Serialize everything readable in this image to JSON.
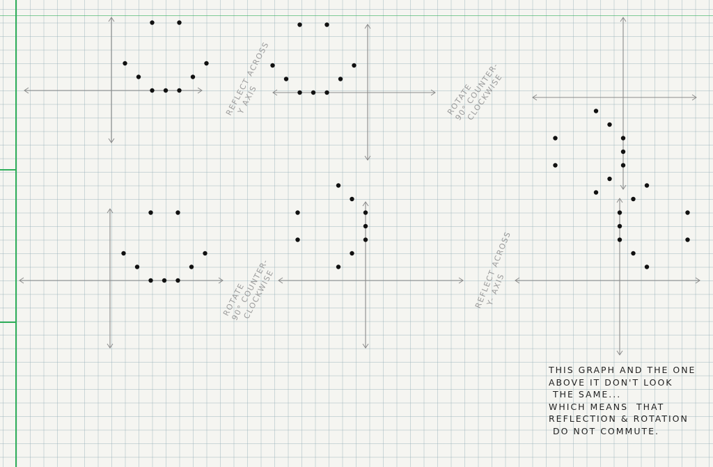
{
  "chart_data": [
    {
      "type": "scatter",
      "points": [
        [
          3,
          5
        ],
        [
          5,
          5
        ],
        [
          1,
          2
        ],
        [
          2,
          1
        ],
        [
          3,
          0
        ],
        [
          4,
          0
        ],
        [
          5,
          0
        ],
        [
          6,
          1
        ],
        [
          7,
          2
        ]
      ]
    },
    {
      "type": "scatter",
      "points": [
        [
          -3,
          5
        ],
        [
          -5,
          5
        ],
        [
          -1,
          2
        ],
        [
          -2,
          1
        ],
        [
          -3,
          0
        ],
        [
          -4,
          0
        ],
        [
          -5,
          0
        ],
        [
          -6,
          1
        ],
        [
          -7,
          2
        ]
      ]
    },
    {
      "type": "scatter",
      "points": [
        [
          -5,
          -3
        ],
        [
          -5,
          -5
        ],
        [
          -2,
          -1
        ],
        [
          -1,
          -2
        ],
        [
          0,
          -3
        ],
        [
          0,
          -4
        ],
        [
          0,
          -5
        ],
        [
          -1,
          -6
        ],
        [
          -2,
          -7
        ]
      ]
    },
    {
      "type": "scatter",
      "points": [
        [
          3,
          5
        ],
        [
          5,
          5
        ],
        [
          1,
          2
        ],
        [
          2,
          1
        ],
        [
          3,
          0
        ],
        [
          4,
          0
        ],
        [
          5,
          0
        ],
        [
          6,
          1
        ],
        [
          7,
          2
        ]
      ]
    },
    {
      "type": "scatter",
      "points": [
        [
          -5,
          3
        ],
        [
          -5,
          5
        ],
        [
          -2,
          1
        ],
        [
          -1,
          2
        ],
        [
          0,
          3
        ],
        [
          0,
          4
        ],
        [
          0,
          5
        ],
        [
          -1,
          6
        ],
        [
          -2,
          7
        ]
      ]
    },
    {
      "type": "scatter",
      "points": [
        [
          5,
          3
        ],
        [
          5,
          5
        ],
        [
          2,
          1
        ],
        [
          1,
          2
        ],
        [
          0,
          3
        ],
        [
          0,
          4
        ],
        [
          0,
          5
        ],
        [
          1,
          6
        ],
        [
          2,
          7
        ]
      ]
    }
  ],
  "annotations": {
    "reflect_top": "REFLECT ACROSS\n  Y AXIS",
    "rotate_top": "ROTATE\n90° COUNTER-\n  CLOCKWISE",
    "rotate_bottom": "ROTATE\n90° COUNTER-\n  CLOCKWISE",
    "reflect_bottom": "REFLECT ACROSS\n  Y- AXIS"
  },
  "conclusion": [
    "THIS GRAPH AND THE ONE",
    "ABOVE IT DON'T LOOK",
    " THE SAME...",
    "WHICH MEANS  THAT",
    "REFLECTION & ROTATION",
    " DO NOT COMMUTE."
  ],
  "colors": {
    "dot": "#111111",
    "axis": "#8a8a8a",
    "grid": "#a9bcc4",
    "margin": "#2fae5a",
    "pencil": "#9a9a9a"
  }
}
